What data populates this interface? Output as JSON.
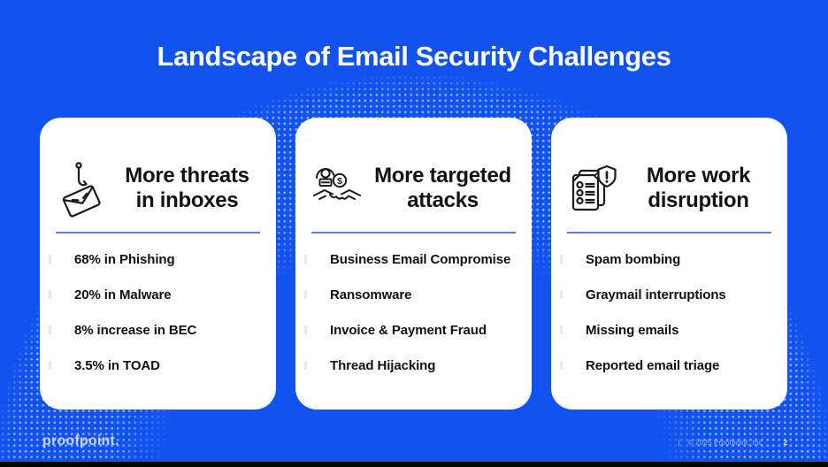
{
  "slide": {
    "title": "Landscape of Email Security Challenges",
    "cards": [
      {
        "icon": "phishing-hook-envelope-icon",
        "heading_lines": [
          "More threats",
          "in inboxes"
        ],
        "items": [
          "68% in Phishing",
          "20% in Malware",
          "8% increase in BEC",
          "3.5% in TOAD"
        ]
      },
      {
        "icon": "hacker-handshake-money-icon",
        "heading_lines": [
          "More targeted",
          "attacks"
        ],
        "items": [
          "Business Email Compromise",
          "Ransomware",
          "Invoice & Payment Fraud",
          "Thread Hijacking"
        ]
      },
      {
        "icon": "checklist-alert-shield-icon",
        "heading_lines": [
          "More work",
          "disruption"
        ],
        "items": [
          "Spam bombing",
          "Graymail interruptions",
          "Missing emails",
          "Reported email triage"
        ]
      }
    ],
    "footer": {
      "logo": "proofpoint.",
      "divider": "|",
      "copyright": "© 2025 Proofpoint, Inc",
      "page_number": "2"
    },
    "colors": {
      "background": "#1253ef",
      "card": "#ffffff",
      "divider_line": "#4d82ea",
      "heading_text": "#121316",
      "title_text": "#ffffff"
    }
  }
}
